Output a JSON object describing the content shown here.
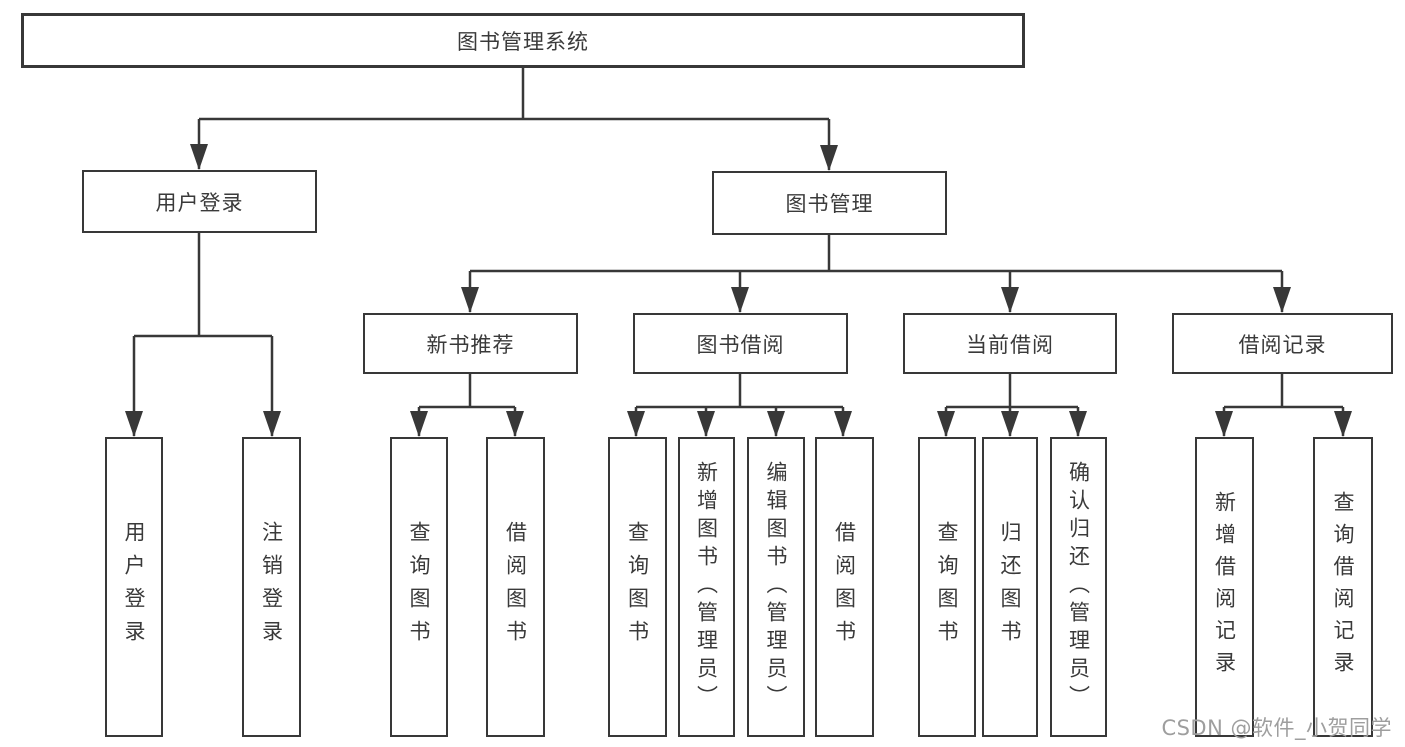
{
  "colors": {
    "line": "#383838",
    "box_border": "#383838",
    "text": "#3a3a3a",
    "watermark": "#9e9e9e",
    "background": "#ffffff"
  },
  "watermark": {
    "text": "CSDN @软件_小贺同学"
  },
  "tree": {
    "root": {
      "label": "图书管理系统",
      "children": [
        {
          "label": "用户登录",
          "children": [
            {
              "label": "用户登录"
            },
            {
              "label": "注销登录"
            }
          ]
        },
        {
          "label": "图书管理",
          "children": [
            {
              "label": "新书推荐",
              "children": [
                {
                  "label": "查询图书"
                },
                {
                  "label": "借阅图书"
                }
              ]
            },
            {
              "label": "图书借阅",
              "children": [
                {
                  "label": "查询图书"
                },
                {
                  "label": "新增图书（管理员）"
                },
                {
                  "label": "编辑图书（管理员）"
                },
                {
                  "label": "借阅图书"
                }
              ]
            },
            {
              "label": "当前借阅",
              "children": [
                {
                  "label": "查询图书"
                },
                {
                  "label": "归还图书"
                },
                {
                  "label": "确认归还（管理员）"
                }
              ]
            },
            {
              "label": "借阅记录",
              "children": [
                {
                  "label": "新增借阅记录"
                },
                {
                  "label": "查询借阅记录"
                }
              ]
            }
          ]
        }
      ]
    }
  }
}
